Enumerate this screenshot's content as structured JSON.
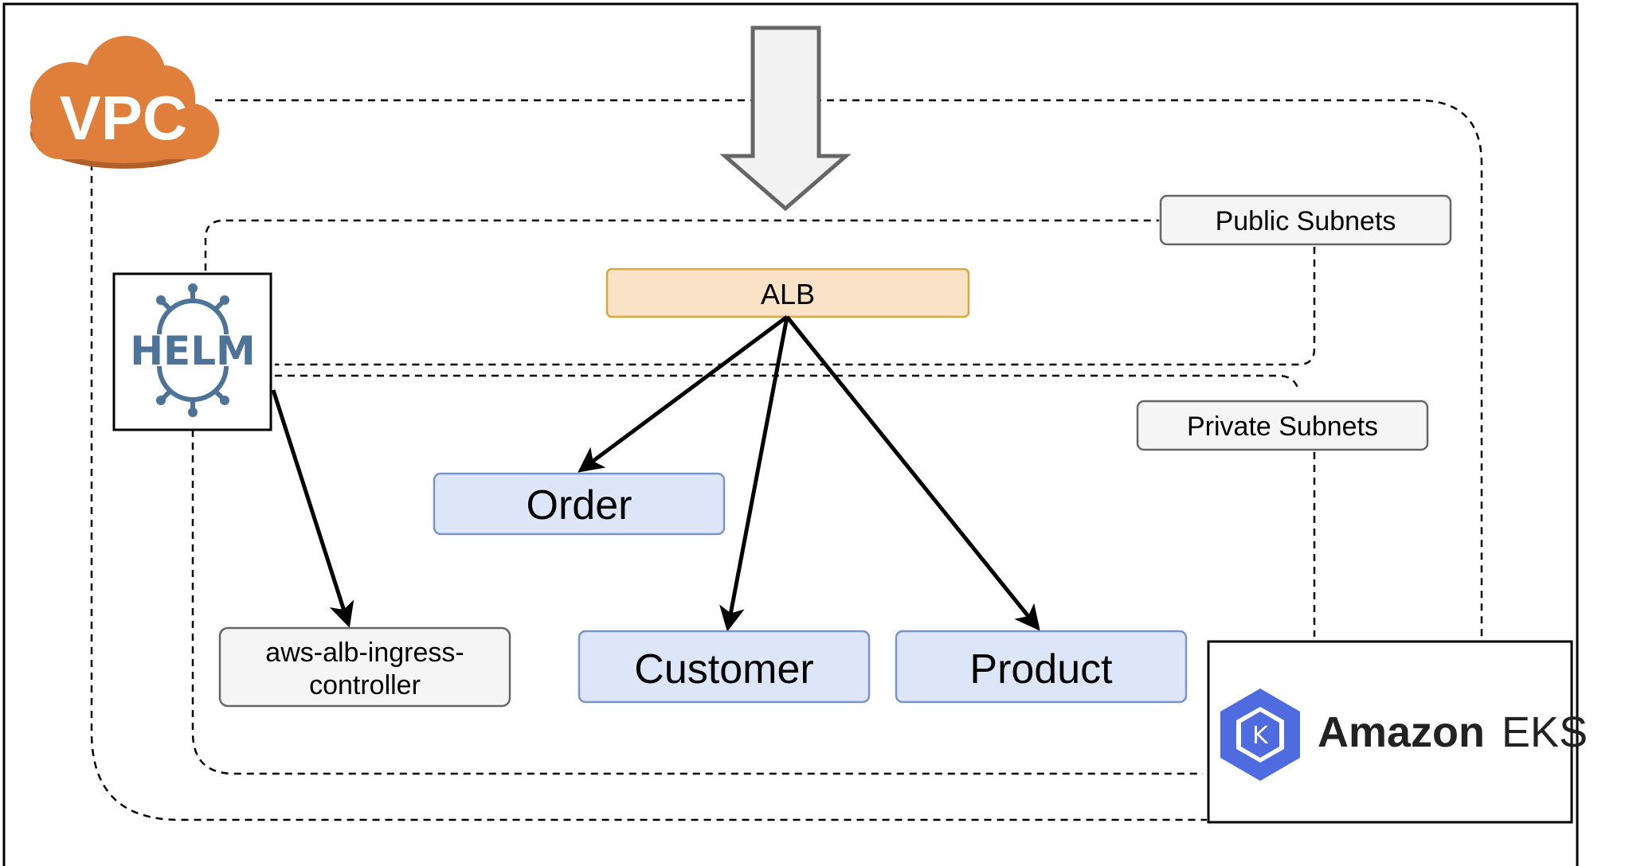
{
  "vpc": {
    "label": "VPC",
    "color": "#E07E3C",
    "shadow": "#B2602A"
  },
  "helm": {
    "label": "HELM",
    "color": "#4E7399"
  },
  "subnets": {
    "public": {
      "label": "Public Subnets"
    },
    "private": {
      "label": "Private Subnets"
    }
  },
  "alb": {
    "label": "ALB",
    "fill": "#F9E2C6",
    "stroke": "#D6A93A"
  },
  "services": {
    "order": {
      "label": "Order"
    },
    "customer": {
      "label": "Customer"
    },
    "product": {
      "label": "Product"
    },
    "fill": "#DCE6F8",
    "stroke": "#7A93C8"
  },
  "controller": {
    "label_line1": "aws-alb-ingress-",
    "label_line2": "controller"
  },
  "eks": {
    "label_amazon": "Amazon",
    "label_eks": "EKS",
    "logo_letter": "K",
    "color": "#4F6BE0"
  }
}
